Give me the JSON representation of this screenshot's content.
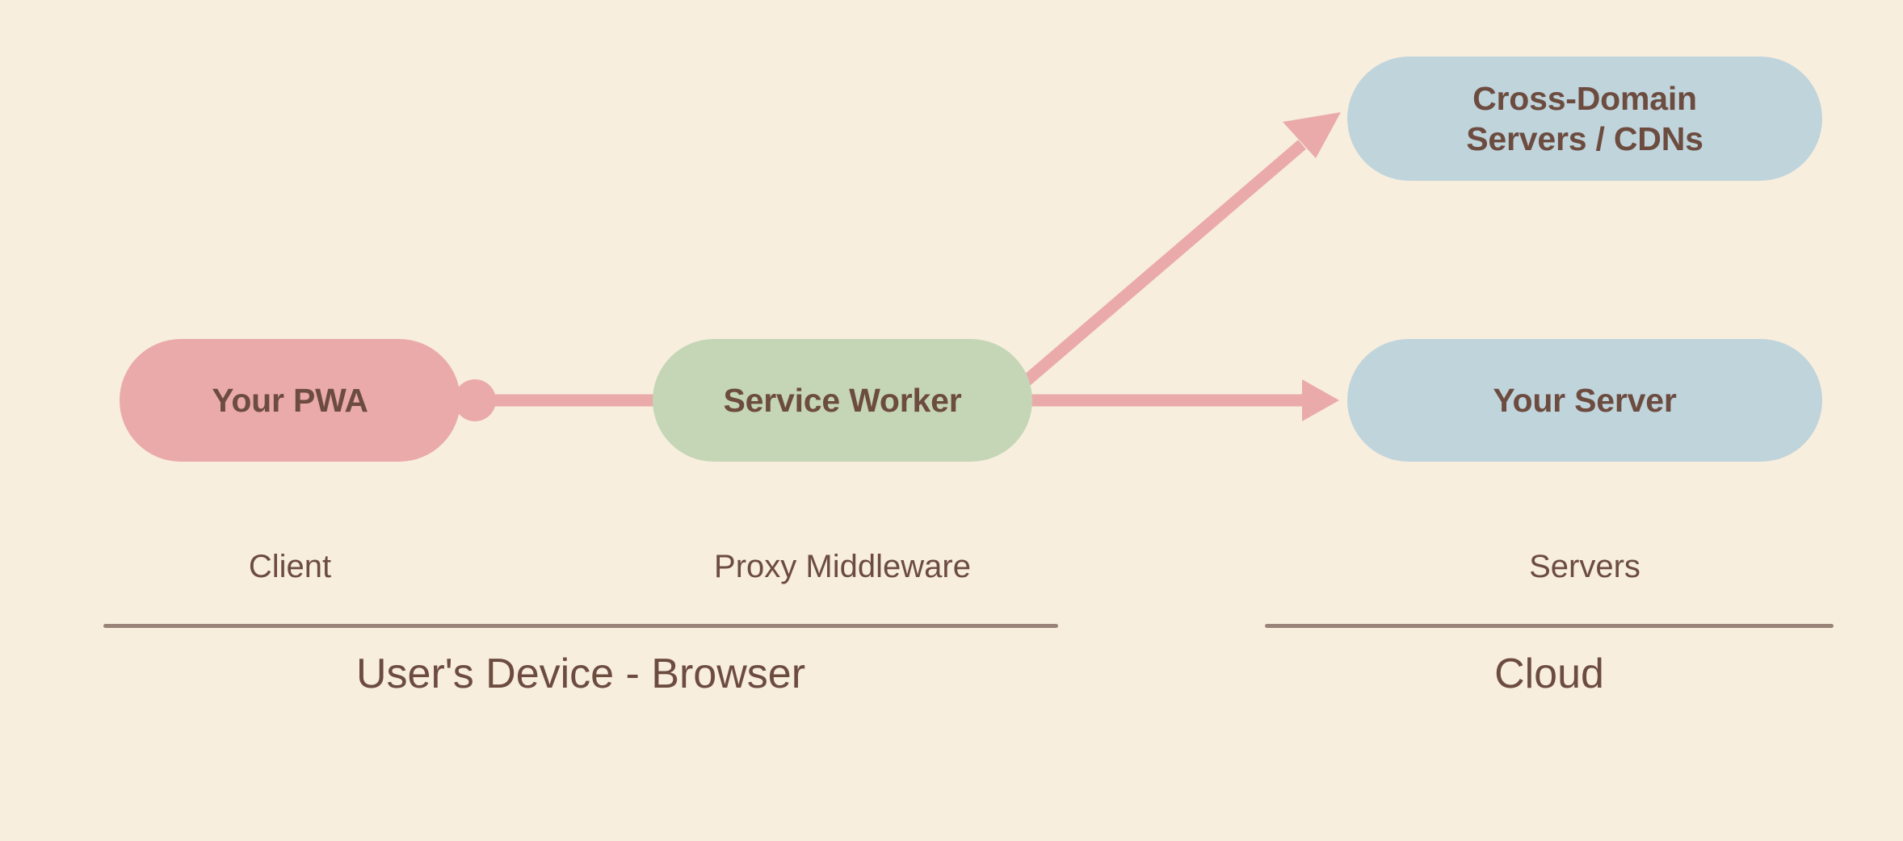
{
  "diagram": {
    "type": "flow",
    "background_color": "#f7eede",
    "text_color": "#6d4c40",
    "connector_color": "#eaaaa9",
    "rule_color": "#9a8378",
    "nodes": [
      {
        "id": "pwa",
        "label": "Your PWA",
        "color": "#eaaaa9",
        "shape": "pill",
        "zone": "client"
      },
      {
        "id": "service-worker",
        "label": "Service Worker",
        "color": "#c5d6b6",
        "shape": "pill",
        "zone": "proxy-middleware"
      },
      {
        "id": "cross-domain",
        "label": "Cross-Domain Servers / CDNs",
        "label_line1": "Cross-Domain",
        "label_line2": "Servers / CDNs",
        "color": "#c0d4dc",
        "shape": "pill",
        "zone": "servers"
      },
      {
        "id": "your-server",
        "label": "Your Server",
        "color": "#c0d4dc",
        "shape": "pill",
        "zone": "servers"
      }
    ],
    "edges": [
      {
        "from": "pwa",
        "to": "service-worker",
        "start_marker": "dot",
        "end_marker": "none",
        "color": "#eaaaa9"
      },
      {
        "from": "service-worker",
        "to": "your-server",
        "start_marker": "none",
        "end_marker": "arrow",
        "color": "#eaaaa9"
      },
      {
        "from": "service-worker",
        "to": "cross-domain",
        "start_marker": "none",
        "end_marker": "arrow",
        "color": "#eaaaa9"
      }
    ],
    "zones": [
      {
        "id": "client",
        "label": "Client"
      },
      {
        "id": "proxy-middleware",
        "label": "Proxy Middleware"
      },
      {
        "id": "servers",
        "label": "Servers"
      }
    ],
    "groups": [
      {
        "id": "device",
        "title": "User's Device - Browser"
      },
      {
        "id": "cloud",
        "title": "Cloud"
      }
    ]
  }
}
